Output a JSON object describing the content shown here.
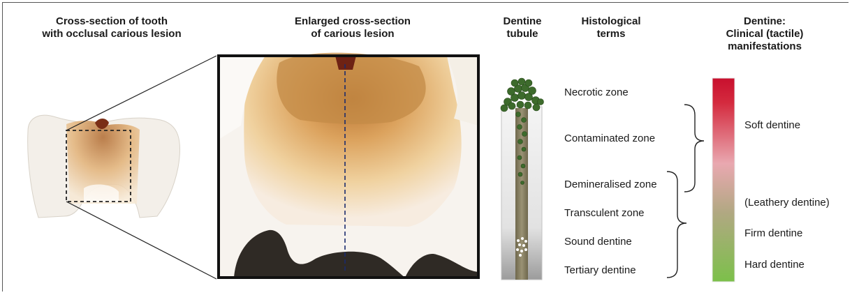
{
  "headers": {
    "tooth": [
      "Cross-section of tooth",
      "with occlusal carious lesion"
    ],
    "enlarged": [
      "Enlarged cross-section",
      "of carious lesion"
    ],
    "tubule": [
      "Dentine",
      "tubule"
    ],
    "histological": [
      "Histological",
      "terms"
    ],
    "clinical": [
      "Dentine:",
      "Clinical (tactile)",
      "manifestations"
    ]
  },
  "histological_terms": [
    "Necrotic zone",
    "Contaminated zone",
    "Demineralised zone",
    "Transculent zone",
    "Sound dentine",
    "Tertiary dentine"
  ],
  "clinical_manifestations": [
    "Soft dentine",
    "(Leathery dentine)",
    "Firm dentine",
    "Hard dentine"
  ],
  "colors": {
    "gradient_top": "#c8102e",
    "gradient_mid": "#e8a0a8",
    "gradient_leathery": "#a9a57a",
    "gradient_bottom": "#7cc04a",
    "bacteria": "#3d6b2c",
    "tubule_core": "#857c5e"
  }
}
